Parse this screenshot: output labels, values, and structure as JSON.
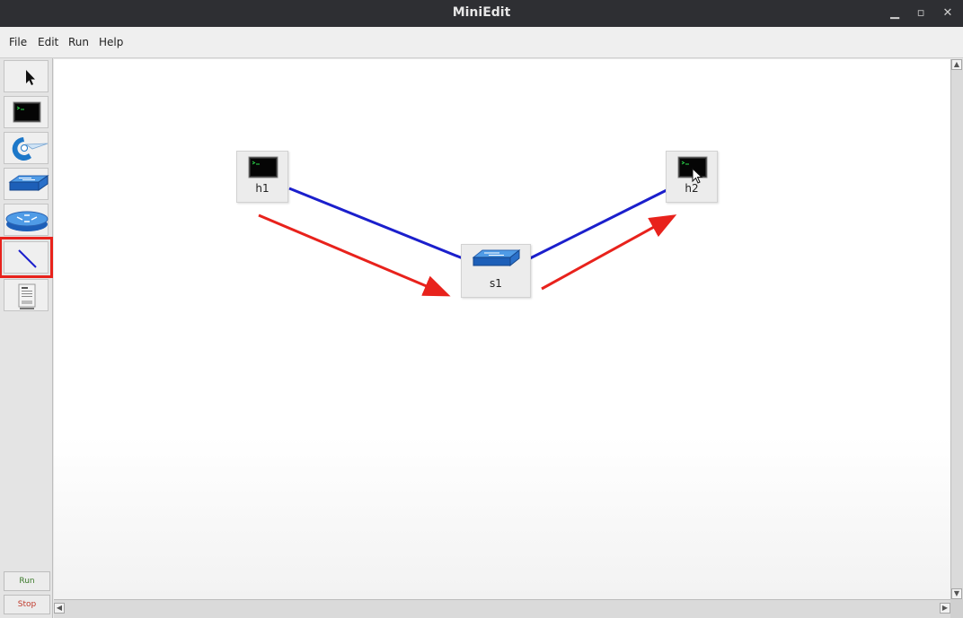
{
  "window": {
    "title": "MiniEdit"
  },
  "menu": [
    "File",
    "Edit",
    "Run",
    "Help"
  ],
  "toolbar": {
    "tools": [
      {
        "name": "select",
        "icon": "pointer-icon"
      },
      {
        "name": "host",
        "icon": "host-terminal-icon"
      },
      {
        "name": "controller",
        "icon": "controller-icon"
      },
      {
        "name": "switch",
        "icon": "switch-icon"
      },
      {
        "name": "router",
        "icon": "router-icon"
      },
      {
        "name": "netlink",
        "icon": "link-line-icon",
        "selected": true
      },
      {
        "name": "legacy-router",
        "icon": "legacy-router-icon"
      }
    ],
    "run_label": "Run",
    "stop_label": "Stop"
  },
  "nodes": {
    "h1": {
      "label": "h1",
      "icon": "host-terminal-icon"
    },
    "h2": {
      "label": "h2",
      "icon": "host-terminal-icon"
    },
    "s1": {
      "label": "s1",
      "icon": "switch-icon"
    }
  },
  "colors": {
    "link": "#1b1fcc",
    "annotation_arrow": "#e8221c",
    "selection_box": "#e8221c"
  }
}
